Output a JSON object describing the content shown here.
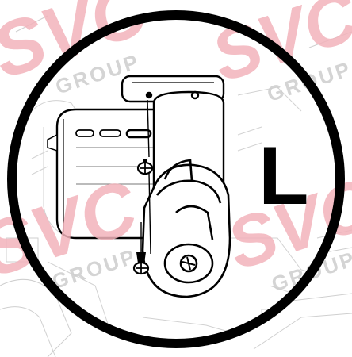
{
  "illustration": {
    "side_label": "L",
    "watermark": {
      "brand": "SVC",
      "subtitle": "GROUP",
      "color": "#f0a0aa",
      "subtitle_color": "#c9c9c9"
    },
    "frame_color": "#000000",
    "parts": [
      "mounting-plate",
      "bracket-housing",
      "clamp",
      "screw-upper",
      "screw-lower"
    ]
  }
}
